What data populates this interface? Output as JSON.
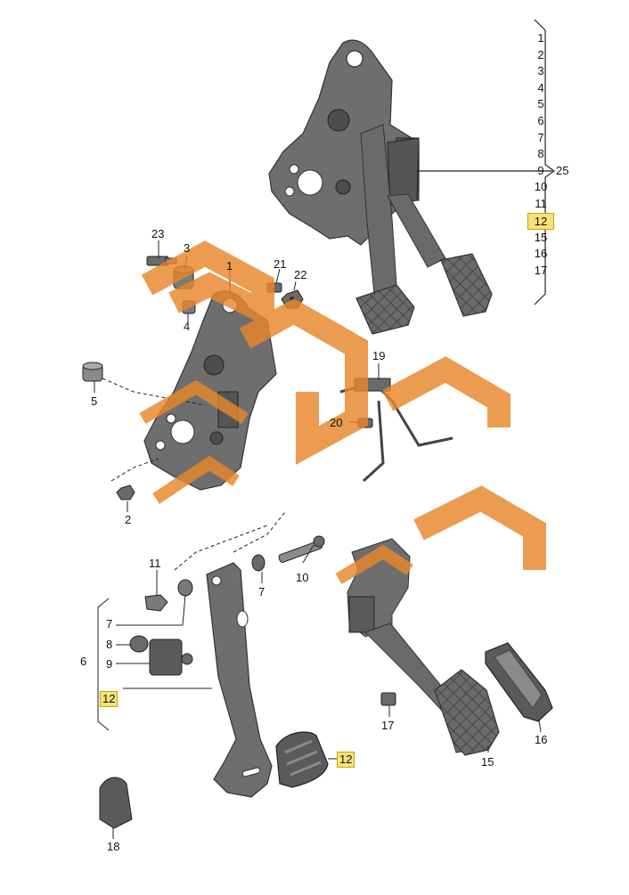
{
  "assembly_list": {
    "items": [
      "1",
      "2",
      "3",
      "4",
      "5",
      "6",
      "7",
      "8",
      "9",
      "10",
      "11",
      "12",
      "15",
      "16",
      "17"
    ],
    "upper_items": [
      "1",
      "2",
      "3",
      "4",
      "5",
      "6",
      "7",
      "8"
    ],
    "lower_items": [
      "9",
      "10",
      "11",
      "12",
      "15",
      "16",
      "17"
    ],
    "highlighted": "12",
    "group_label": "25"
  },
  "callouts": {
    "p23": "23",
    "p3": "3",
    "p1": "1",
    "p21": "21",
    "p22": "22",
    "p4": "4",
    "p5": "5",
    "p19": "19",
    "p20": "20",
    "p2": "2",
    "p11": "11",
    "p7a": "7",
    "p10": "10",
    "p7b": "7",
    "p8": "8",
    "p6": "6",
    "p9": "9",
    "p12a": "12",
    "p17": "17",
    "p16": "16",
    "p15": "15",
    "p12b": "12",
    "p18": "18"
  },
  "watermark": {
    "color": "#e8872a"
  },
  "colors": {
    "part_fill": "#6e6e6e",
    "part_dark": "#4a4a4a",
    "part_light": "#9a9a9a",
    "highlight": "#f5e27a",
    "line": "#222222"
  }
}
